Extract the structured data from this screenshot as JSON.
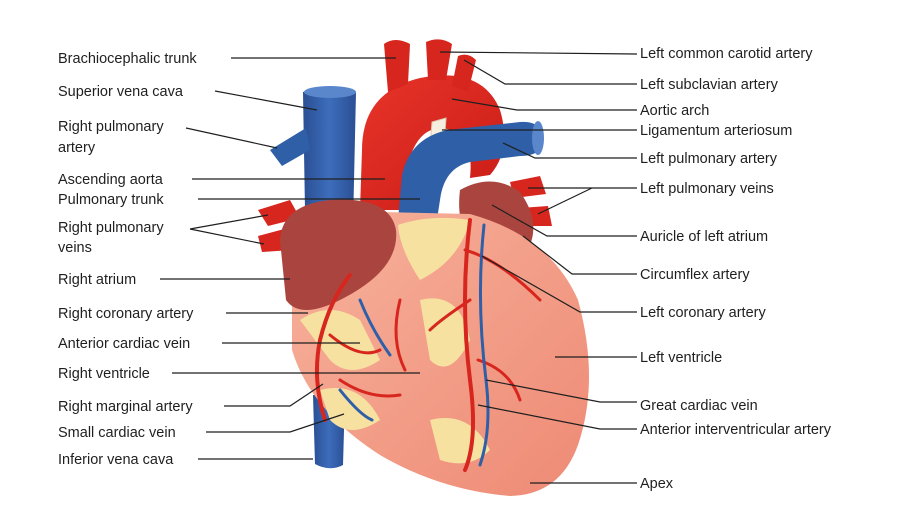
{
  "colors": {
    "artery": "#d7261e",
    "vein": "#2f5fa6",
    "muscle": "#f3a08a",
    "atrium": "#a9453e",
    "fat": "#f6e1a0",
    "leader": "#1f1f1f"
  },
  "labels_left": [
    {
      "id": "brachiocephalic-trunk",
      "text": "Brachiocephalic trunk"
    },
    {
      "id": "superior-vena-cava",
      "text": "Superior vena cava"
    },
    {
      "id": "right-pulmonary-artery-1",
      "text": "Right pulmonary"
    },
    {
      "id": "right-pulmonary-artery-2",
      "text": "artery"
    },
    {
      "id": "ascending-aorta",
      "text": "Ascending aorta"
    },
    {
      "id": "pulmonary-trunk",
      "text": "Pulmonary trunk"
    },
    {
      "id": "right-pulmonary-veins-1",
      "text": "Right pulmonary"
    },
    {
      "id": "right-pulmonary-veins-2",
      "text": "veins"
    },
    {
      "id": "right-atrium",
      "text": "Right atrium"
    },
    {
      "id": "right-coronary-artery",
      "text": "Right coronary artery"
    },
    {
      "id": "anterior-cardiac-vein",
      "text": "Anterior cardiac vein"
    },
    {
      "id": "right-ventricle",
      "text": "Right ventricle"
    },
    {
      "id": "right-marginal-artery",
      "text": "Right marginal artery"
    },
    {
      "id": "small-cardiac-vein",
      "text": "Small cardiac vein"
    },
    {
      "id": "inferior-vena-cava",
      "text": "Inferior vena cava"
    }
  ],
  "labels_right": [
    {
      "id": "left-common-carotid-artery",
      "text": "Left common carotid artery"
    },
    {
      "id": "left-subclavian-artery",
      "text": "Left subclavian artery"
    },
    {
      "id": "aortic-arch",
      "text": "Aortic arch"
    },
    {
      "id": "ligamentum-arteriosum",
      "text": "Ligamentum arteriosum"
    },
    {
      "id": "left-pulmonary-artery",
      "text": "Left pulmonary artery"
    },
    {
      "id": "left-pulmonary-veins",
      "text": "Left pulmonary veins"
    },
    {
      "id": "auricle-of-left-atrium",
      "text": "Auricle of left atrium"
    },
    {
      "id": "circumflex-artery",
      "text": "Circumflex artery"
    },
    {
      "id": "left-coronary-artery",
      "text": "Left coronary artery"
    },
    {
      "id": "left-ventricle",
      "text": "Left ventricle"
    },
    {
      "id": "great-cardiac-vein",
      "text": "Great cardiac vein"
    },
    {
      "id": "anterior-interventricular-artery",
      "text": "Anterior interventricular artery"
    },
    {
      "id": "apex",
      "text": "Apex"
    }
  ]
}
